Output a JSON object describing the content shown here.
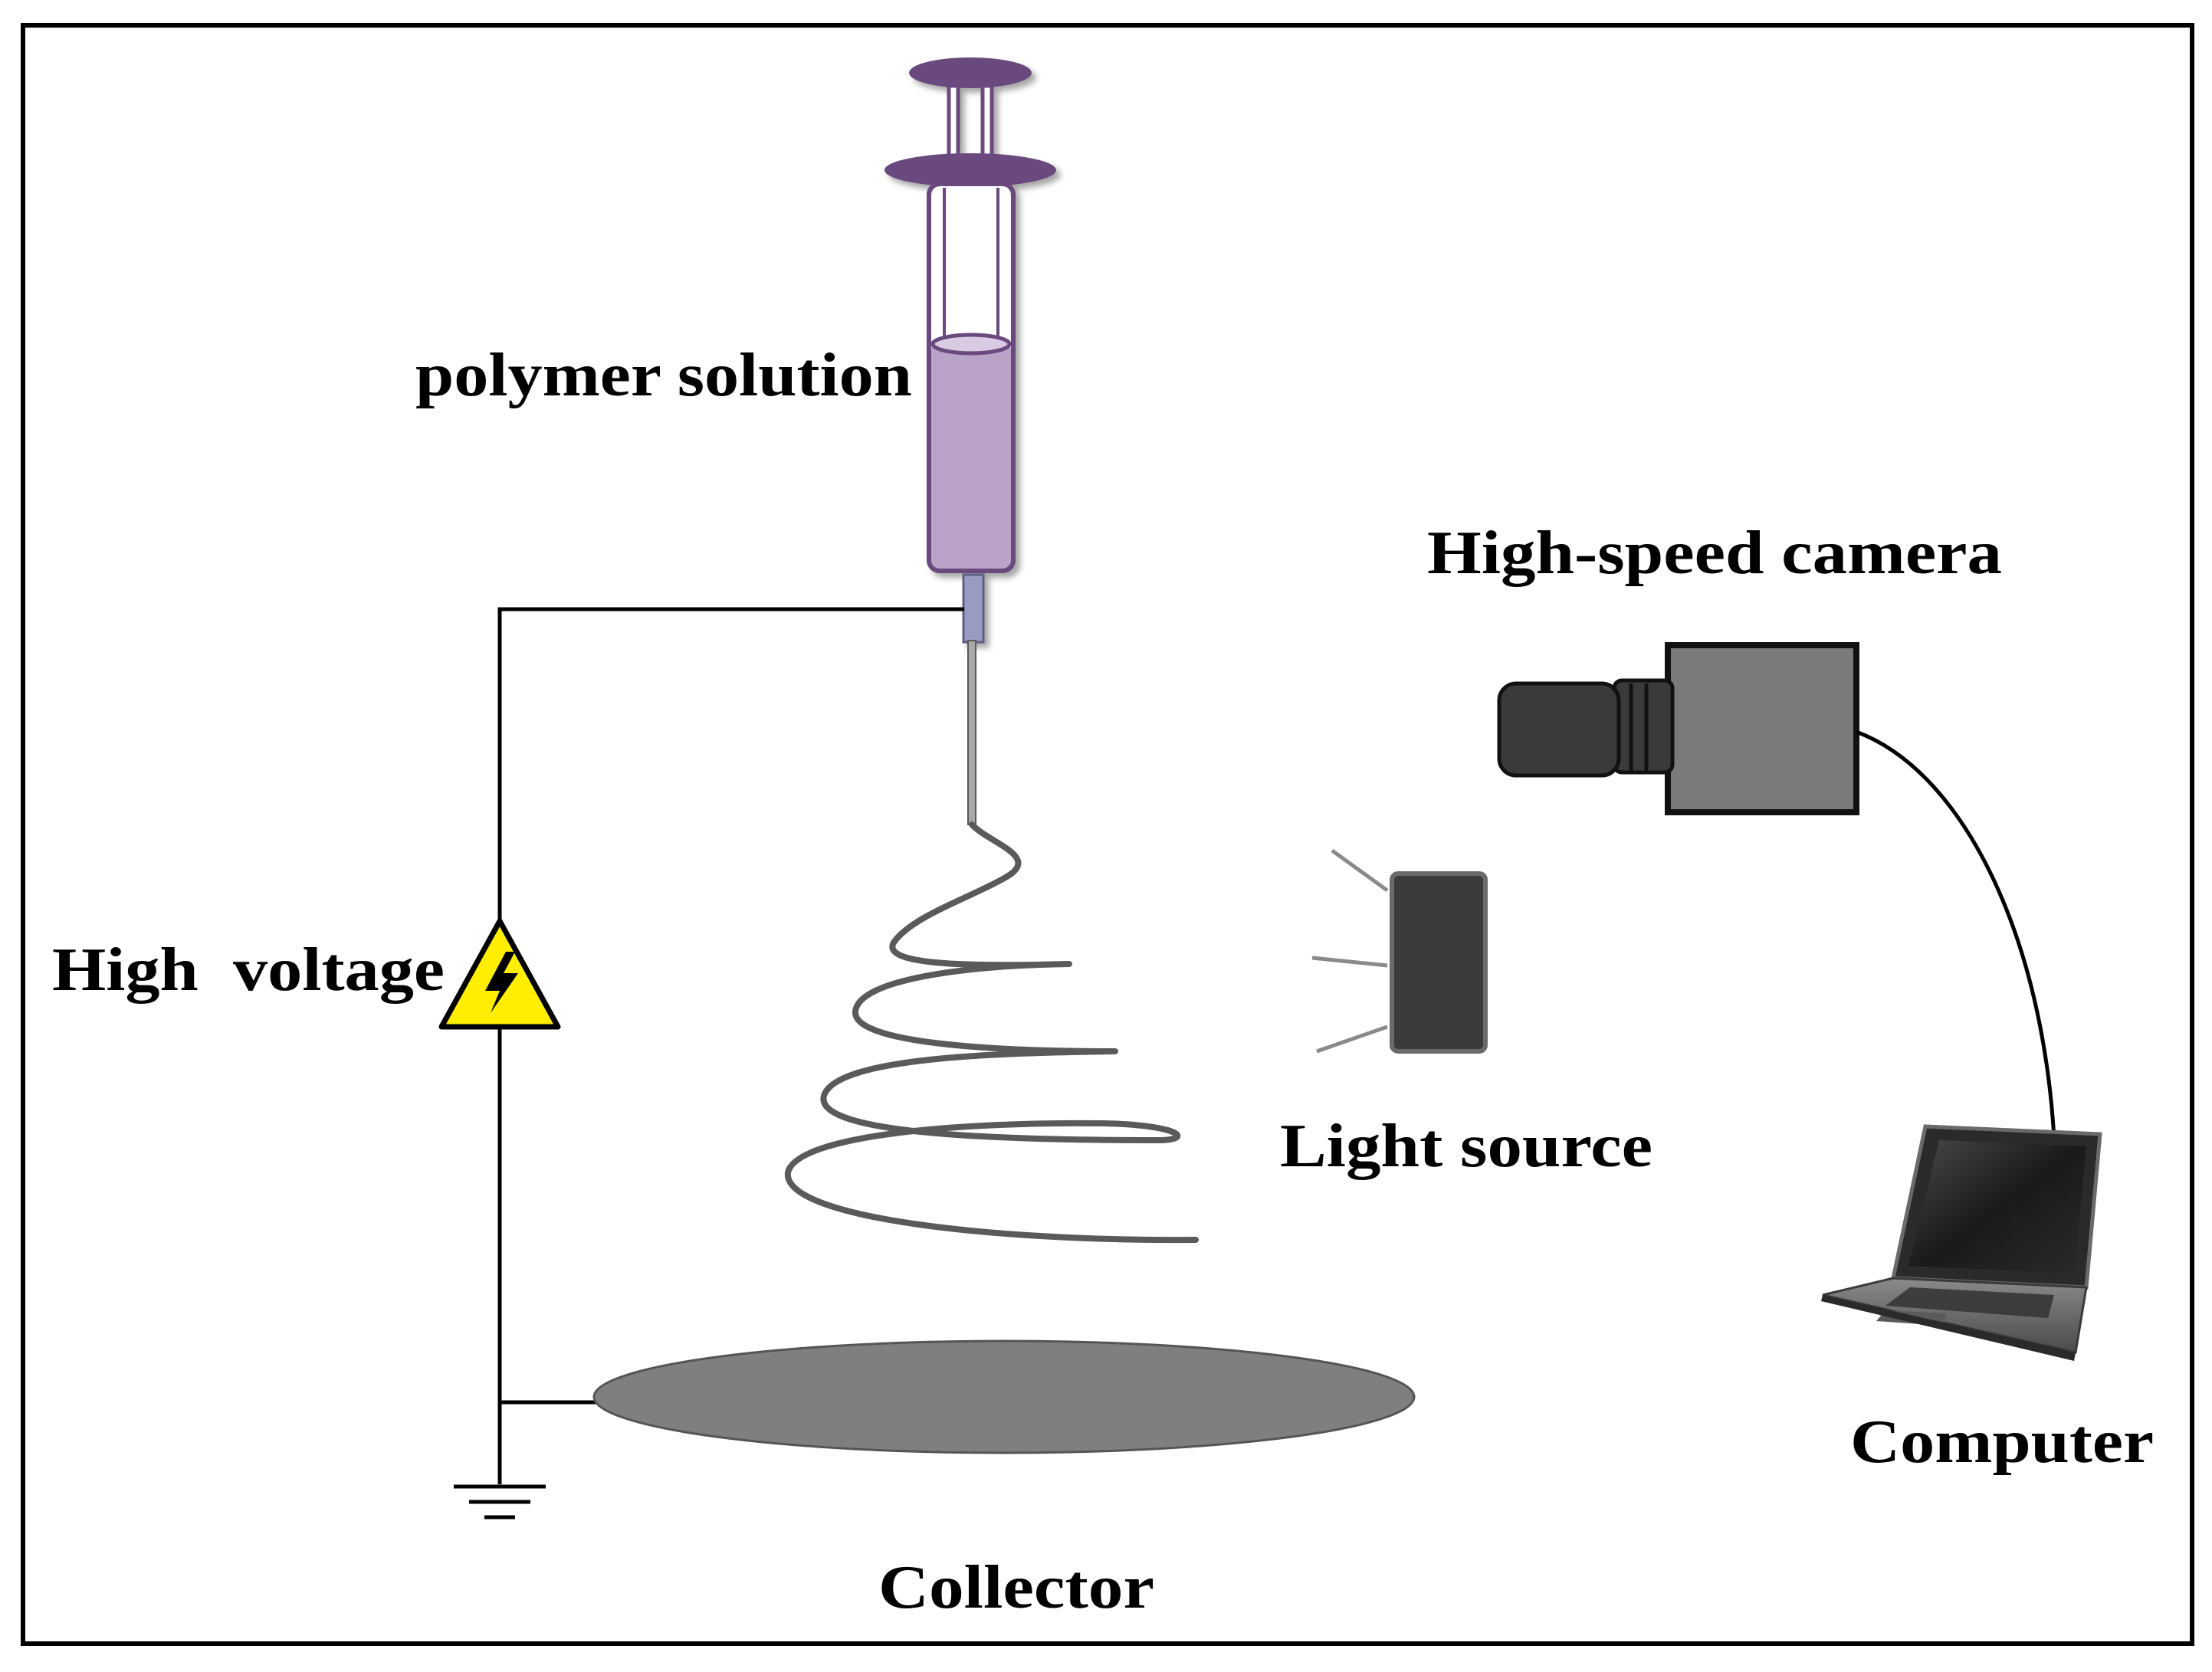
{
  "labels": {
    "polymer_solution": "polymer solution",
    "high_voltage": "High  voltage",
    "high_speed_camera": "High-speed camera",
    "light_source": "Light source",
    "computer": "Computer",
    "collector": "Collector"
  },
  "colors": {
    "syringe_purple": "#6b4a7e",
    "solution_fill": "#b9a3c9",
    "needle_hub": "#9a9bc0",
    "jet_gray": "#5a5a5a",
    "collector_gray": "#7f7f7f",
    "camera_body": "#7a7a7a",
    "camera_lens": "#3a3a3a",
    "light_box": "#3b3b3b",
    "warning_yellow": "#ffee00",
    "frame": "#000000"
  },
  "icons": [
    "syringe-icon",
    "high-voltage-warning-icon",
    "ground-icon",
    "camera-icon",
    "light-source-icon",
    "laptop-icon"
  ]
}
